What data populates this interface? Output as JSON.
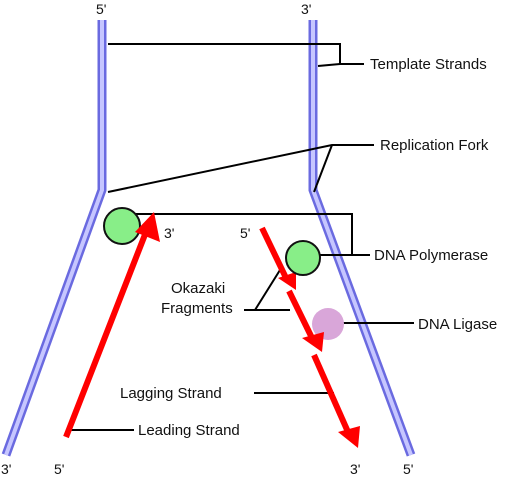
{
  "diagram": {
    "strand_ends": {
      "left_top": "5'",
      "right_top": "3'",
      "left_bottom": "3'",
      "leading_bottom": "5'",
      "lagging_bottom": "3'",
      "right_bottom": "5'",
      "leading_top": "3'",
      "lagging_top": "5'"
    },
    "labels": {
      "template_strands": "Template Strands",
      "replication_fork": "Replication Fork",
      "dna_polymerase": "DNA Polymerase",
      "okazaki_line1": "Okazaki",
      "okazaki_line2": "Fragments",
      "dna_ligase": "DNA Ligase",
      "lagging_strand": "Lagging Strand",
      "leading_strand": "Leading Strand"
    },
    "colors": {
      "template_strand": "#c6c6ff",
      "template_outline": "#6a6ae0",
      "new_strand": "#ff0000",
      "polymerase": "#88ee88",
      "ligase": "#d9a6d9"
    }
  }
}
